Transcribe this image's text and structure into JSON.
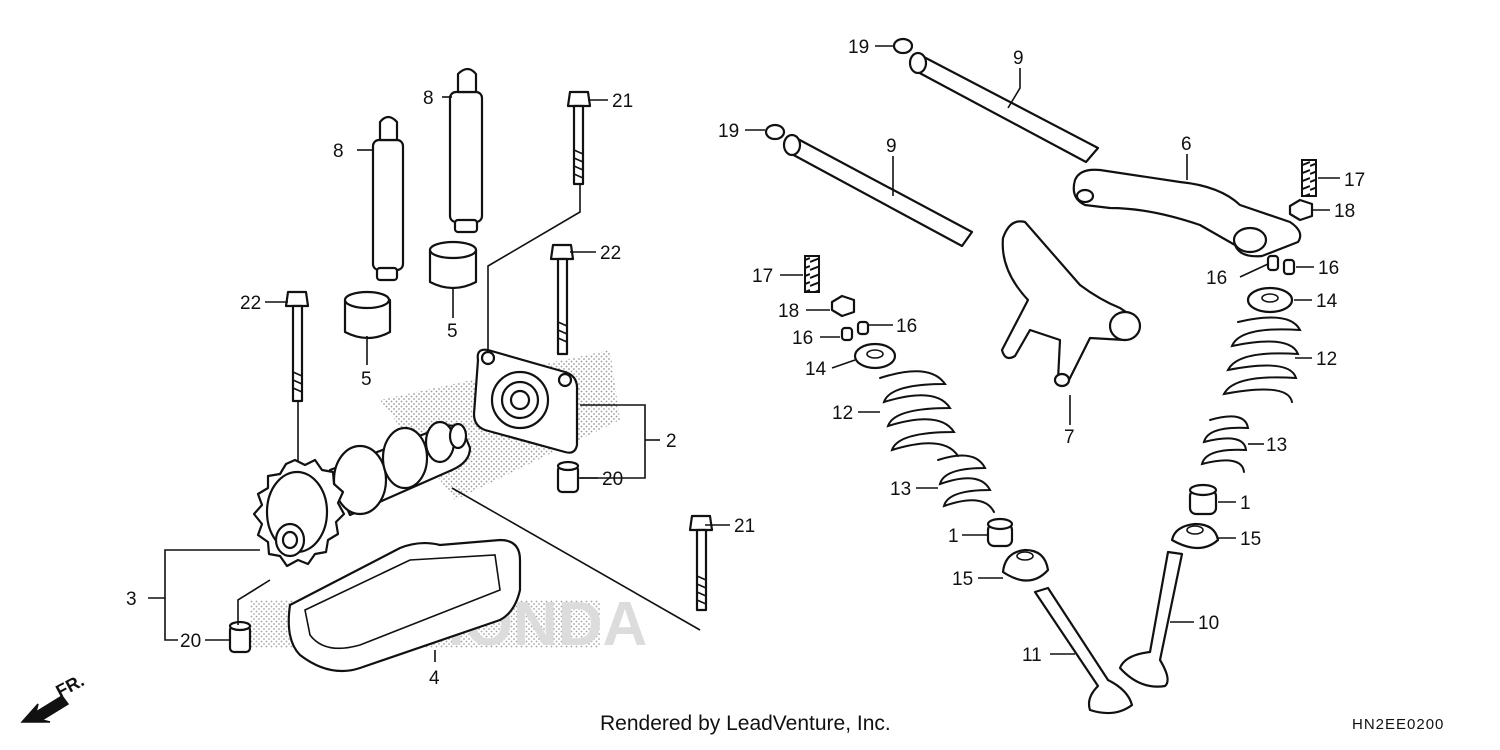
{
  "callouts": [
    "1",
    "2",
    "3",
    "4",
    "5",
    "6",
    "7",
    "8",
    "9",
    "10",
    "11",
    "12",
    "13",
    "14",
    "15",
    "16",
    "17",
    "18",
    "19",
    "20",
    "21",
    "22"
  ],
  "direction_label": "FR.",
  "credit": "Rendered by LeadVenture, Inc.",
  "diagram_code": "HN2EE0200",
  "watermark": "HONDA"
}
